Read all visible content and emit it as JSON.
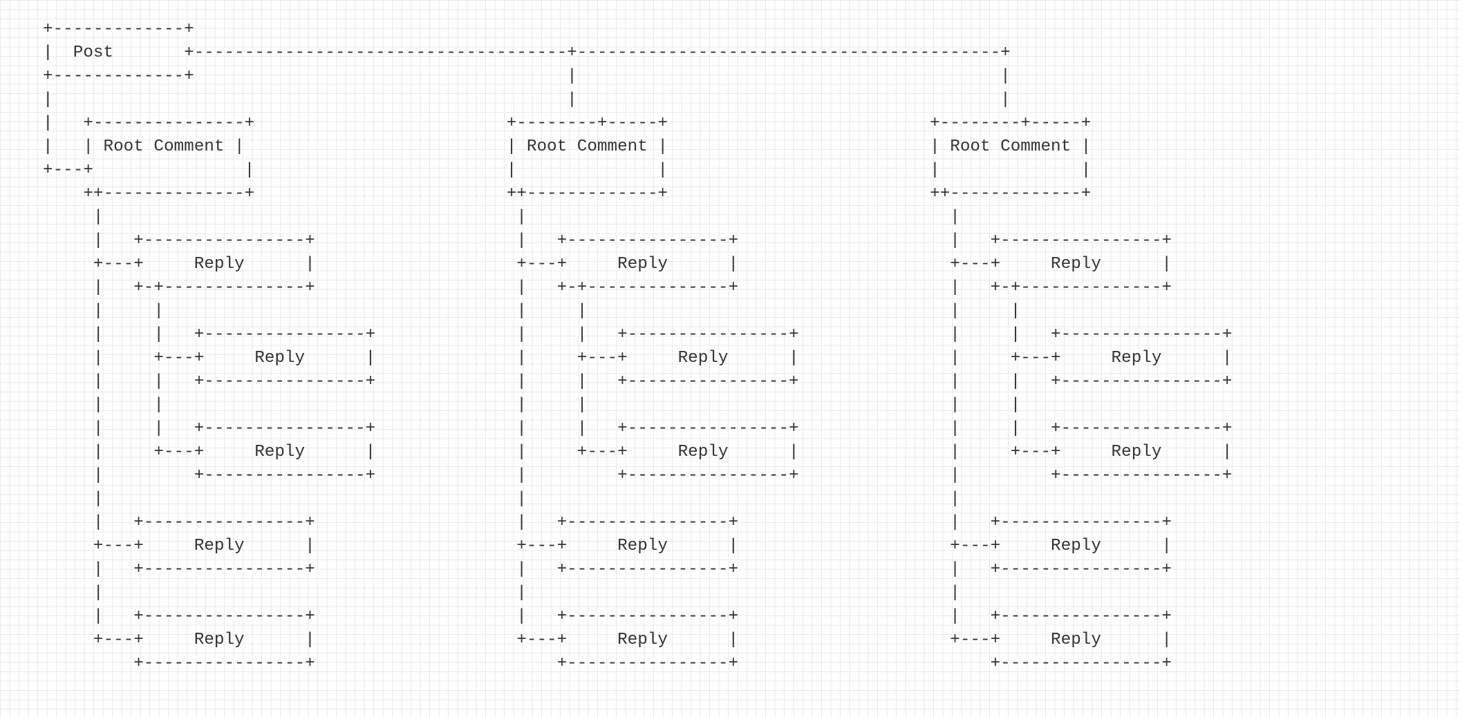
{
  "diagram": {
    "rows": [
      "+-------------+",
      "|  Post       +-------------------------------------+------------------------------------------+",
      "+-------------+                                     |                                          |",
      "|                                                   |                                          |",
      "|   +---------------+                         +--------+-----+                          +--------+-----+",
      "|   | Root Comment |                          | Root Comment |                          | Root Comment |",
      "+---+               |                         |              |                          |              |",
      "    ++--------------+                         ++-------------+                          ++-------------+",
      "     |                                         |                                          |",
      "     |   +----------------+                    |   +----------------+                     |   +----------------+",
      "     +---+     Reply      |                    +---+     Reply      |                     +---+     Reply      |",
      "     |   +-+--------------+                    |   +-+--------------+                     |   +-+--------------+",
      "     |     |                                   |     |                                    |     |",
      "     |     |   +----------------+              |     |   +----------------+               |     |   +----------------+",
      "     |     +---+     Reply      |              |     +---+     Reply      |               |     +---+     Reply      |",
      "     |     |   +----------------+              |     |   +----------------+               |     |   +----------------+",
      "     |     |                                   |     |                                    |     |",
      "     |     |   +----------------+              |     |   +----------------+               |     |   +----------------+",
      "     |     +---+     Reply      |              |     +---+     Reply      |               |     +---+     Reply      |",
      "     |         +----------------+              |         +----------------+               |         +----------------+",
      "     |                                         |                                          |",
      "     |   +----------------+                    |   +----------------+                     |   +----------------+",
      "     +---+     Reply      |                    +---+     Reply      |                     +---+     Reply      |",
      "     |   +----------------+                    |   +----------------+                     |   +----------------+",
      "     |                                         |                                          |",
      "     |   +----------------+                    |   +----------------+                     |   +----------------+",
      "     +---+     Reply      |                    +---+     Reply      |                     +---+     Reply      |",
      "         +----------------+                        +----------------+                         +----------------+"
    ]
  }
}
